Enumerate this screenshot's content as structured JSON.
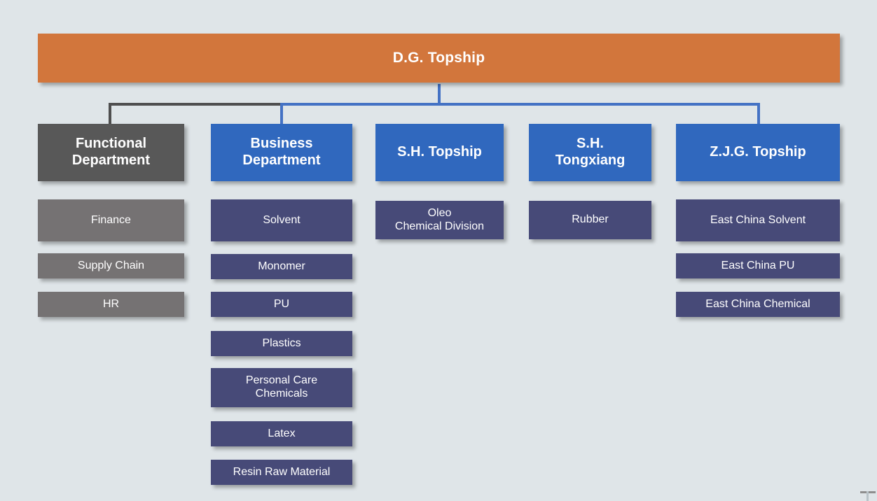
{
  "diagram": {
    "title_text": "D.G. Topship",
    "background_color": "#dfe5e8",
    "colors": {
      "root": "#d2763c",
      "division_blue": "#3068be",
      "division_gray": "#585858",
      "leaf_navy": "#474a78",
      "leaf_gray": "#757273",
      "connector_blue": "#4472c4",
      "connector_gray": "#4f4f4f",
      "text": "#ffffff"
    },
    "root": {
      "label": "D.G. Topship",
      "color_role": "root"
    },
    "columns": [
      {
        "id": "functional-department",
        "header": {
          "label": "Functional\nDepartment",
          "color_role": "division_gray"
        },
        "children": [
          {
            "label": "Finance",
            "lines": 1,
            "tall": true
          },
          {
            "label": "Supply Chain",
            "lines": 1,
            "tall": false
          },
          {
            "label": "HR",
            "lines": 1,
            "tall": false
          }
        ]
      },
      {
        "id": "business-department",
        "header": {
          "label": "Business\nDepartment",
          "color_role": "division_blue"
        },
        "children": [
          {
            "label": "Solvent",
            "lines": 1,
            "tall": true
          },
          {
            "label": "Monomer",
            "lines": 1,
            "tall": false
          },
          {
            "label": "PU",
            "lines": 1,
            "tall": false
          },
          {
            "label": "Plastics",
            "lines": 1,
            "tall": false
          },
          {
            "label": "Personal Care\nChemicals",
            "lines": 2,
            "tall": true
          },
          {
            "label": "Latex",
            "lines": 1,
            "tall": false
          },
          {
            "label": "Resin Raw Material",
            "lines": 1,
            "tall": false
          }
        ]
      },
      {
        "id": "sh-topship",
        "header": {
          "label": "S.H. Topship",
          "color_role": "division_blue"
        },
        "children": [
          {
            "label": "Oleo\nChemical  Division",
            "lines": 2,
            "tall": true
          }
        ]
      },
      {
        "id": "sh-tongxiang",
        "header": {
          "label": "S.H.\nTongxiang",
          "color_role": "division_blue"
        },
        "children": [
          {
            "label": "Rubber",
            "lines": 1,
            "tall": true
          }
        ]
      },
      {
        "id": "zjg-topship",
        "header": {
          "label": "Z.J.G. Topship",
          "color_role": "division_blue"
        },
        "children": [
          {
            "label": "East China Solvent",
            "lines": 1,
            "tall": true
          },
          {
            "label": "East China PU",
            "lines": 1,
            "tall": false
          },
          {
            "label": "East China Chemical",
            "lines": 1,
            "tall": false
          }
        ]
      }
    ]
  }
}
